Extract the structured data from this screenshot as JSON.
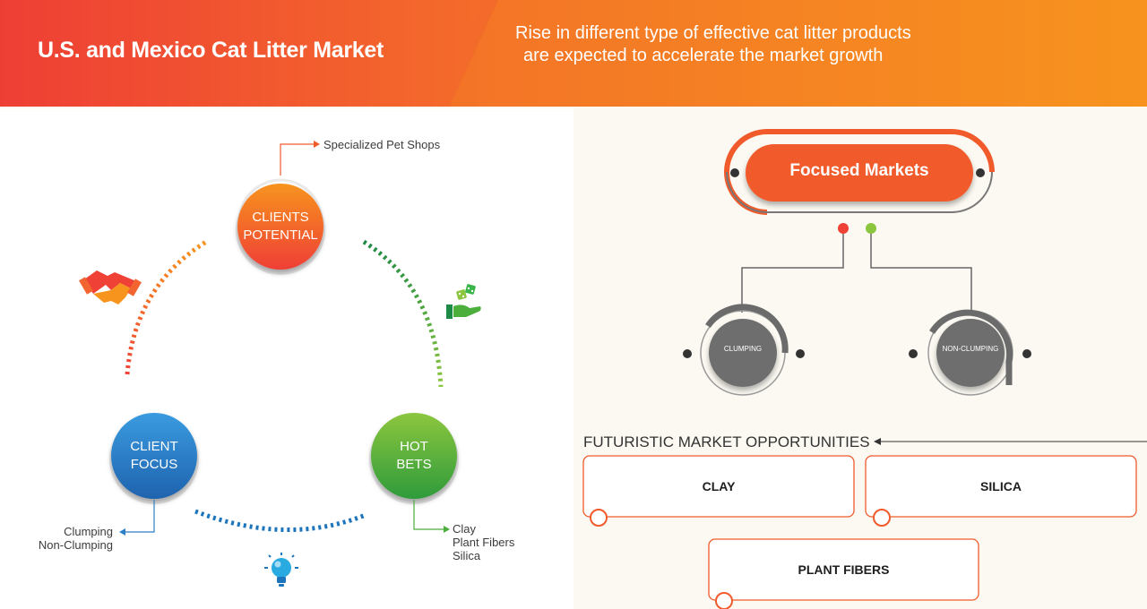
{
  "header": {
    "title": "U.S. and Mexico Cat Litter Market",
    "subtitle_line1": "Rise in different type of effective cat litter products",
    "subtitle_line2": "are expected to accelerate the market growth"
  },
  "cycle": {
    "clients_potential": {
      "line1": "CLIENTS",
      "line2": "POTENTIAL",
      "detail": "Specialized Pet Shops",
      "color": "#f15a2b"
    },
    "client_focus": {
      "line1": "CLIENT",
      "line2": "FOCUS",
      "details": [
        "Clumping",
        "Non-Clumping"
      ],
      "color": "#2d7fc6"
    },
    "hot_bets": {
      "line1": "HOT",
      "line2": "BETS",
      "details": [
        "Clay",
        "Plant Fibers",
        "Silica"
      ],
      "color": "#4cae3b"
    },
    "icons": [
      "handshake-icon",
      "hand-dice-icon",
      "lightbulb-icon"
    ]
  },
  "focused_markets": {
    "title": "Focused Markets",
    "segments": [
      "CLUMPING",
      "NON-CLUMPING"
    ]
  },
  "opportunities": {
    "heading": "FUTURISTIC MARKET OPPORTUNITIES",
    "items": [
      "CLAY",
      "SILICA",
      "PLANT FIBERS"
    ]
  },
  "colors": {
    "orange": "#f26430",
    "red": "#ed3e35",
    "amber": "#f7941d",
    "blue": "#2d7fc6",
    "green": "#4cae3b",
    "gray": "#6b6b6b"
  }
}
